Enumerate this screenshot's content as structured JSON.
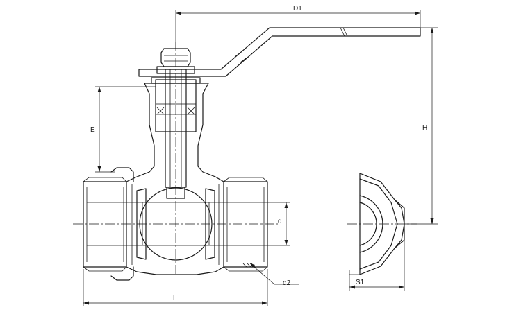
{
  "labels": {
    "D1": "D1",
    "H": "H",
    "E": "E",
    "d": "d",
    "d2": "d2",
    "L": "L",
    "S1": "S1"
  }
}
